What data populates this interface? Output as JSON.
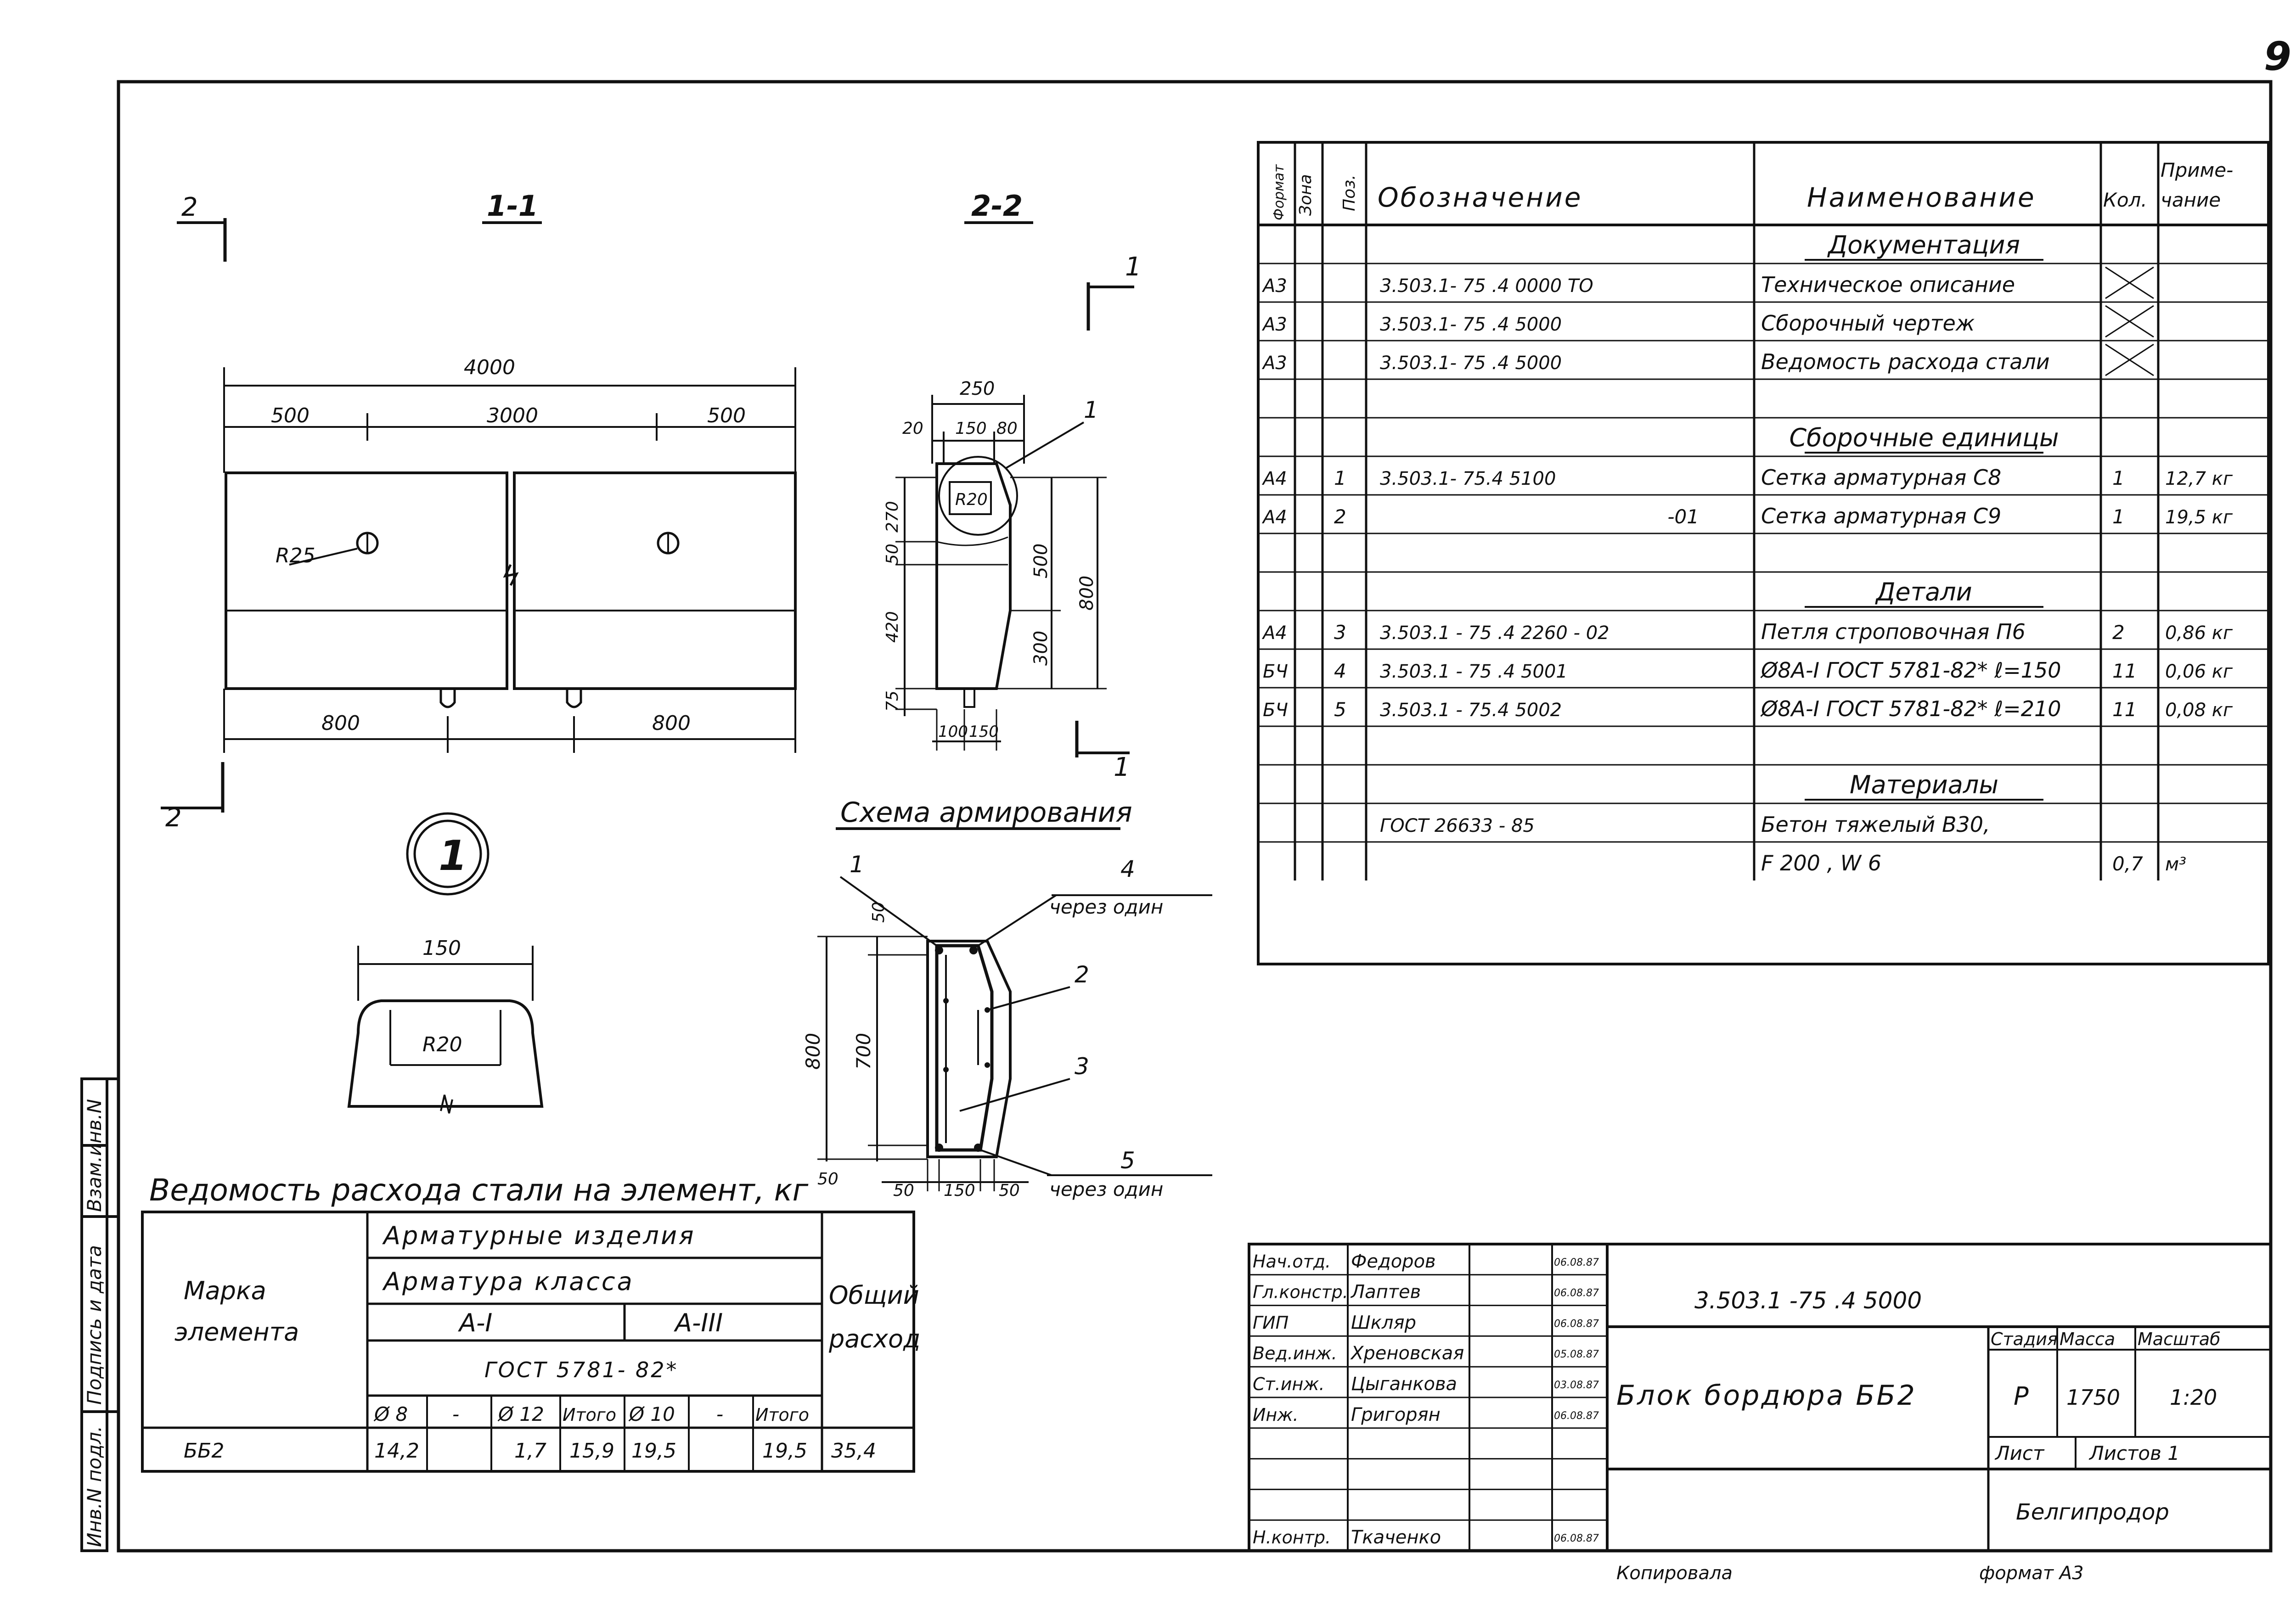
{
  "page_number": "9",
  "views": {
    "section_1": "1-1",
    "section_2": "2-2",
    "cut_mark_2": "2",
    "cut_mark_1": "1",
    "callout_1": "1",
    "detail_1": "1",
    "scheme_title": "Схема армирования"
  },
  "front_view": {
    "overall": "4000",
    "left_seg": "500",
    "mid_seg": "3000",
    "right_seg": "500",
    "radius": "R25",
    "bottom_left": "800",
    "bottom_right": "800"
  },
  "section_view": {
    "top_width": "250",
    "top_left": "20",
    "top_mid": "150",
    "top_right": "80",
    "radius": "R20",
    "left_270": "270",
    "left_50": "50",
    "left_420": "420",
    "left_75": "75",
    "right_500": "500",
    "right_300": "300",
    "right_800": "800",
    "bottom_100": "100",
    "bottom_150": "150"
  },
  "detail_view": {
    "width": "150",
    "radius": "R20"
  },
  "reinforcement_scheme": {
    "label_1": "1",
    "label_4": "4",
    "label_4_note": "через один",
    "label_2": "2",
    "label_3": "3",
    "label_5": "5",
    "label_5_note": "через один",
    "dim_800": "800",
    "dim_700": "700",
    "dim_50_top": "50",
    "dim_50_bottom": "50",
    "dim_bottom_50a": "50",
    "dim_bottom_150": "150",
    "dim_bottom_50b": "50"
  },
  "spec_table": {
    "headers": {
      "format": "Формат",
      "zone": "Зона",
      "pos": "Поз.",
      "designation": "Обозначение",
      "name": "Наименование",
      "qty": "Кол.",
      "note_1": "Приме-",
      "note_2": "чание"
    },
    "rows": [
      {
        "format": "",
        "pos": "",
        "designation": "",
        "name": "Документация",
        "qty": "",
        "note": "",
        "heading": true
      },
      {
        "format": "А3",
        "pos": "",
        "designation": "3.503.1- 75 .4 0000 ТО",
        "name": "Техническое описание",
        "qty": "",
        "note": "",
        "cross": true
      },
      {
        "format": "А3",
        "pos": "",
        "designation": "3.503.1- 75 .4 5000",
        "name": "Сборочный чертеж",
        "qty": "",
        "note": "",
        "cross": true
      },
      {
        "format": "А3",
        "pos": "",
        "designation": "3.503.1- 75 .4 5000",
        "name": "Ведомость расхода стали",
        "qty": "",
        "note": "",
        "cross": true
      },
      {
        "format": "",
        "pos": "",
        "designation": "",
        "name": "",
        "qty": "",
        "note": ""
      },
      {
        "format": "",
        "pos": "",
        "designation": "",
        "name": "Сборочные единицы",
        "qty": "",
        "note": "",
        "heading": true
      },
      {
        "format": "А4",
        "pos": "1",
        "designation": "3.503.1- 75.4 5100",
        "name": "Сетка арматурная С8",
        "qty": "1",
        "note": "12,7 кг"
      },
      {
        "format": "А4",
        "pos": "2",
        "designation": "-01",
        "name": "Сетка арматурная С9",
        "qty": "1",
        "note": "19,5 кг",
        "right": true
      },
      {
        "format": "",
        "pos": "",
        "designation": "",
        "name": "",
        "qty": "",
        "note": ""
      },
      {
        "format": "",
        "pos": "",
        "designation": "",
        "name": "Детали",
        "qty": "",
        "note": "",
        "heading": true
      },
      {
        "format": "А4",
        "pos": "3",
        "designation": "3.503.1 - 75 .4 2260 - 02",
        "name": "Петля строповочная П6",
        "qty": "2",
        "note": "0,86 кг"
      },
      {
        "format": "БЧ",
        "pos": "4",
        "designation": "3.503.1 - 75 .4 5001",
        "name": "Ø8А-I ГОСТ 5781-82* ℓ=150",
        "qty": "11",
        "note": "0,06 кг"
      },
      {
        "format": "БЧ",
        "pos": "5",
        "designation": "3.503.1 - 75.4 5002",
        "name": "Ø8А-I ГОСТ 5781-82* ℓ=210",
        "qty": "11",
        "note": "0,08 кг"
      },
      {
        "format": "",
        "pos": "",
        "designation": "",
        "name": "",
        "qty": "",
        "note": ""
      },
      {
        "format": "",
        "pos": "",
        "designation": "",
        "name": "Материалы",
        "qty": "",
        "note": "",
        "heading": true
      },
      {
        "format": "",
        "pos": "",
        "designation": "ГОСТ 26633 - 85",
        "name": "Бетон тяжелый В30,",
        "qty": "",
        "note": ""
      },
      {
        "format": "",
        "pos": "",
        "designation": "",
        "name": "F 200 , W 6",
        "qty": "0,7",
        "note": "м³"
      }
    ]
  },
  "steel_table": {
    "title": "Ведомость расхода стали на элемент, кг",
    "mark_1": "Марка",
    "mark_2": "элемента",
    "h1": "Арматурные изделия",
    "h2": "Арматура класса",
    "h3a": "А-I",
    "h3b": "А-III",
    "h4": "ГОСТ 5781- 82*",
    "total_1": "Общий",
    "total_2": "расход",
    "subheaders": [
      "Ø 8",
      "-",
      "Ø 12",
      "Итого",
      "Ø 10",
      "-",
      "Итого"
    ],
    "row": {
      "mark": "ББ2",
      "values": [
        "14,2",
        "",
        "1,7",
        "15,9",
        "19,5",
        "",
        "19,5"
      ],
      "total": "35,4"
    }
  },
  "title_block": {
    "people": [
      {
        "role": "Нач.отд.",
        "name": "Федоров",
        "date": "06.08.87"
      },
      {
        "role": "Гл.констр.",
        "name": "Лаптев",
        "date": "06.08.87"
      },
      {
        "role": "ГИП",
        "name": "Шкляр",
        "date": "06.08.87"
      },
      {
        "role": "Вед.инж.",
        "name": "Хреновская",
        "date": "05.08.87"
      },
      {
        "role": "Ст.инж.",
        "name": "Цыганкова",
        "date": "03.08.87"
      },
      {
        "role": "Инж.",
        "name": "Григорян",
        "date": "06.08.87"
      },
      {
        "role": "",
        "name": "",
        "date": ""
      },
      {
        "role": "",
        "name": "",
        "date": ""
      },
      {
        "role": "",
        "name": "",
        "date": ""
      },
      {
        "role": "Н.контр.",
        "name": "Ткаченко",
        "date": "06.08.87"
      }
    ],
    "code": "3.503.1 -75 .4 5000",
    "title": "Блок бордюра ББ2",
    "stage_label": "Стадия",
    "mass_label": "Масса",
    "scale_label": "Масштаб",
    "stage": "Р",
    "mass": "1750",
    "scale": "1:20",
    "sheet_label": "Лист",
    "sheets_label": "Листов 1",
    "org": "Белгипродор",
    "copied": "Копировала",
    "format": "формат А3"
  },
  "side_stamp": [
    "Инв.N подл.",
    "Подпись и дата",
    "Взам.инв.N"
  ]
}
